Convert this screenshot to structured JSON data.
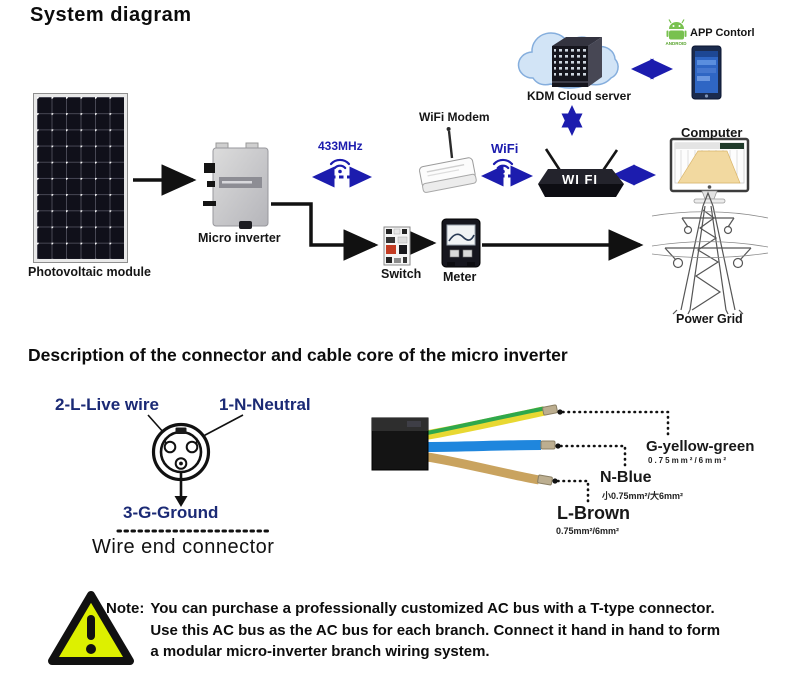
{
  "colors": {
    "accent_blue": "#1c1cae",
    "pin_navy": "#1b2a75",
    "wire_yellow": "#e8d832",
    "wire_green": "#2fa84c",
    "wire_blue": "#1f86dd",
    "wire_brown": "#c9a35f",
    "warning_yellow": "#ddf000"
  },
  "sys": {
    "title": "System diagram",
    "pv_label": "Photovoltaic module",
    "inverter_label": "Micro inverter",
    "rf_label": "433MHz",
    "modem_label": "WiFi Modem",
    "wifi_label": "WiFi",
    "cloud_label": "KDM Cloud server",
    "app_label": "APP Contorl",
    "android_label": "ANDROID",
    "router_label": "WI FI",
    "computer_label": "Computer",
    "switch_label": "Switch",
    "meter_label": "Meter",
    "grid_label": "Power Grid"
  },
  "connector": {
    "title": "Description of the connector and cable core of the micro inverter",
    "pin_live": "2-L-Live wire",
    "pin_neutral": "1-N-Neutral",
    "pin_ground": "3-G-Ground",
    "caption": "Wire end connector",
    "wires": [
      {
        "name": "G-yellow-green",
        "spec": "0.75mm²/6mm²"
      },
      {
        "name": "N-Blue",
        "spec": "小0.75mm²/大6mm²"
      },
      {
        "name": "L-Brown",
        "spec": "0.75mm²/6mm²"
      }
    ]
  },
  "note": {
    "label": "Note:",
    "line1": "You can purchase a professionally customized AC bus with a T-type connector.",
    "line2": "Use this AC bus as the AC bus for each branch. Connect it hand in hand to form",
    "line3": "a modular micro-inverter branch wiring system."
  }
}
